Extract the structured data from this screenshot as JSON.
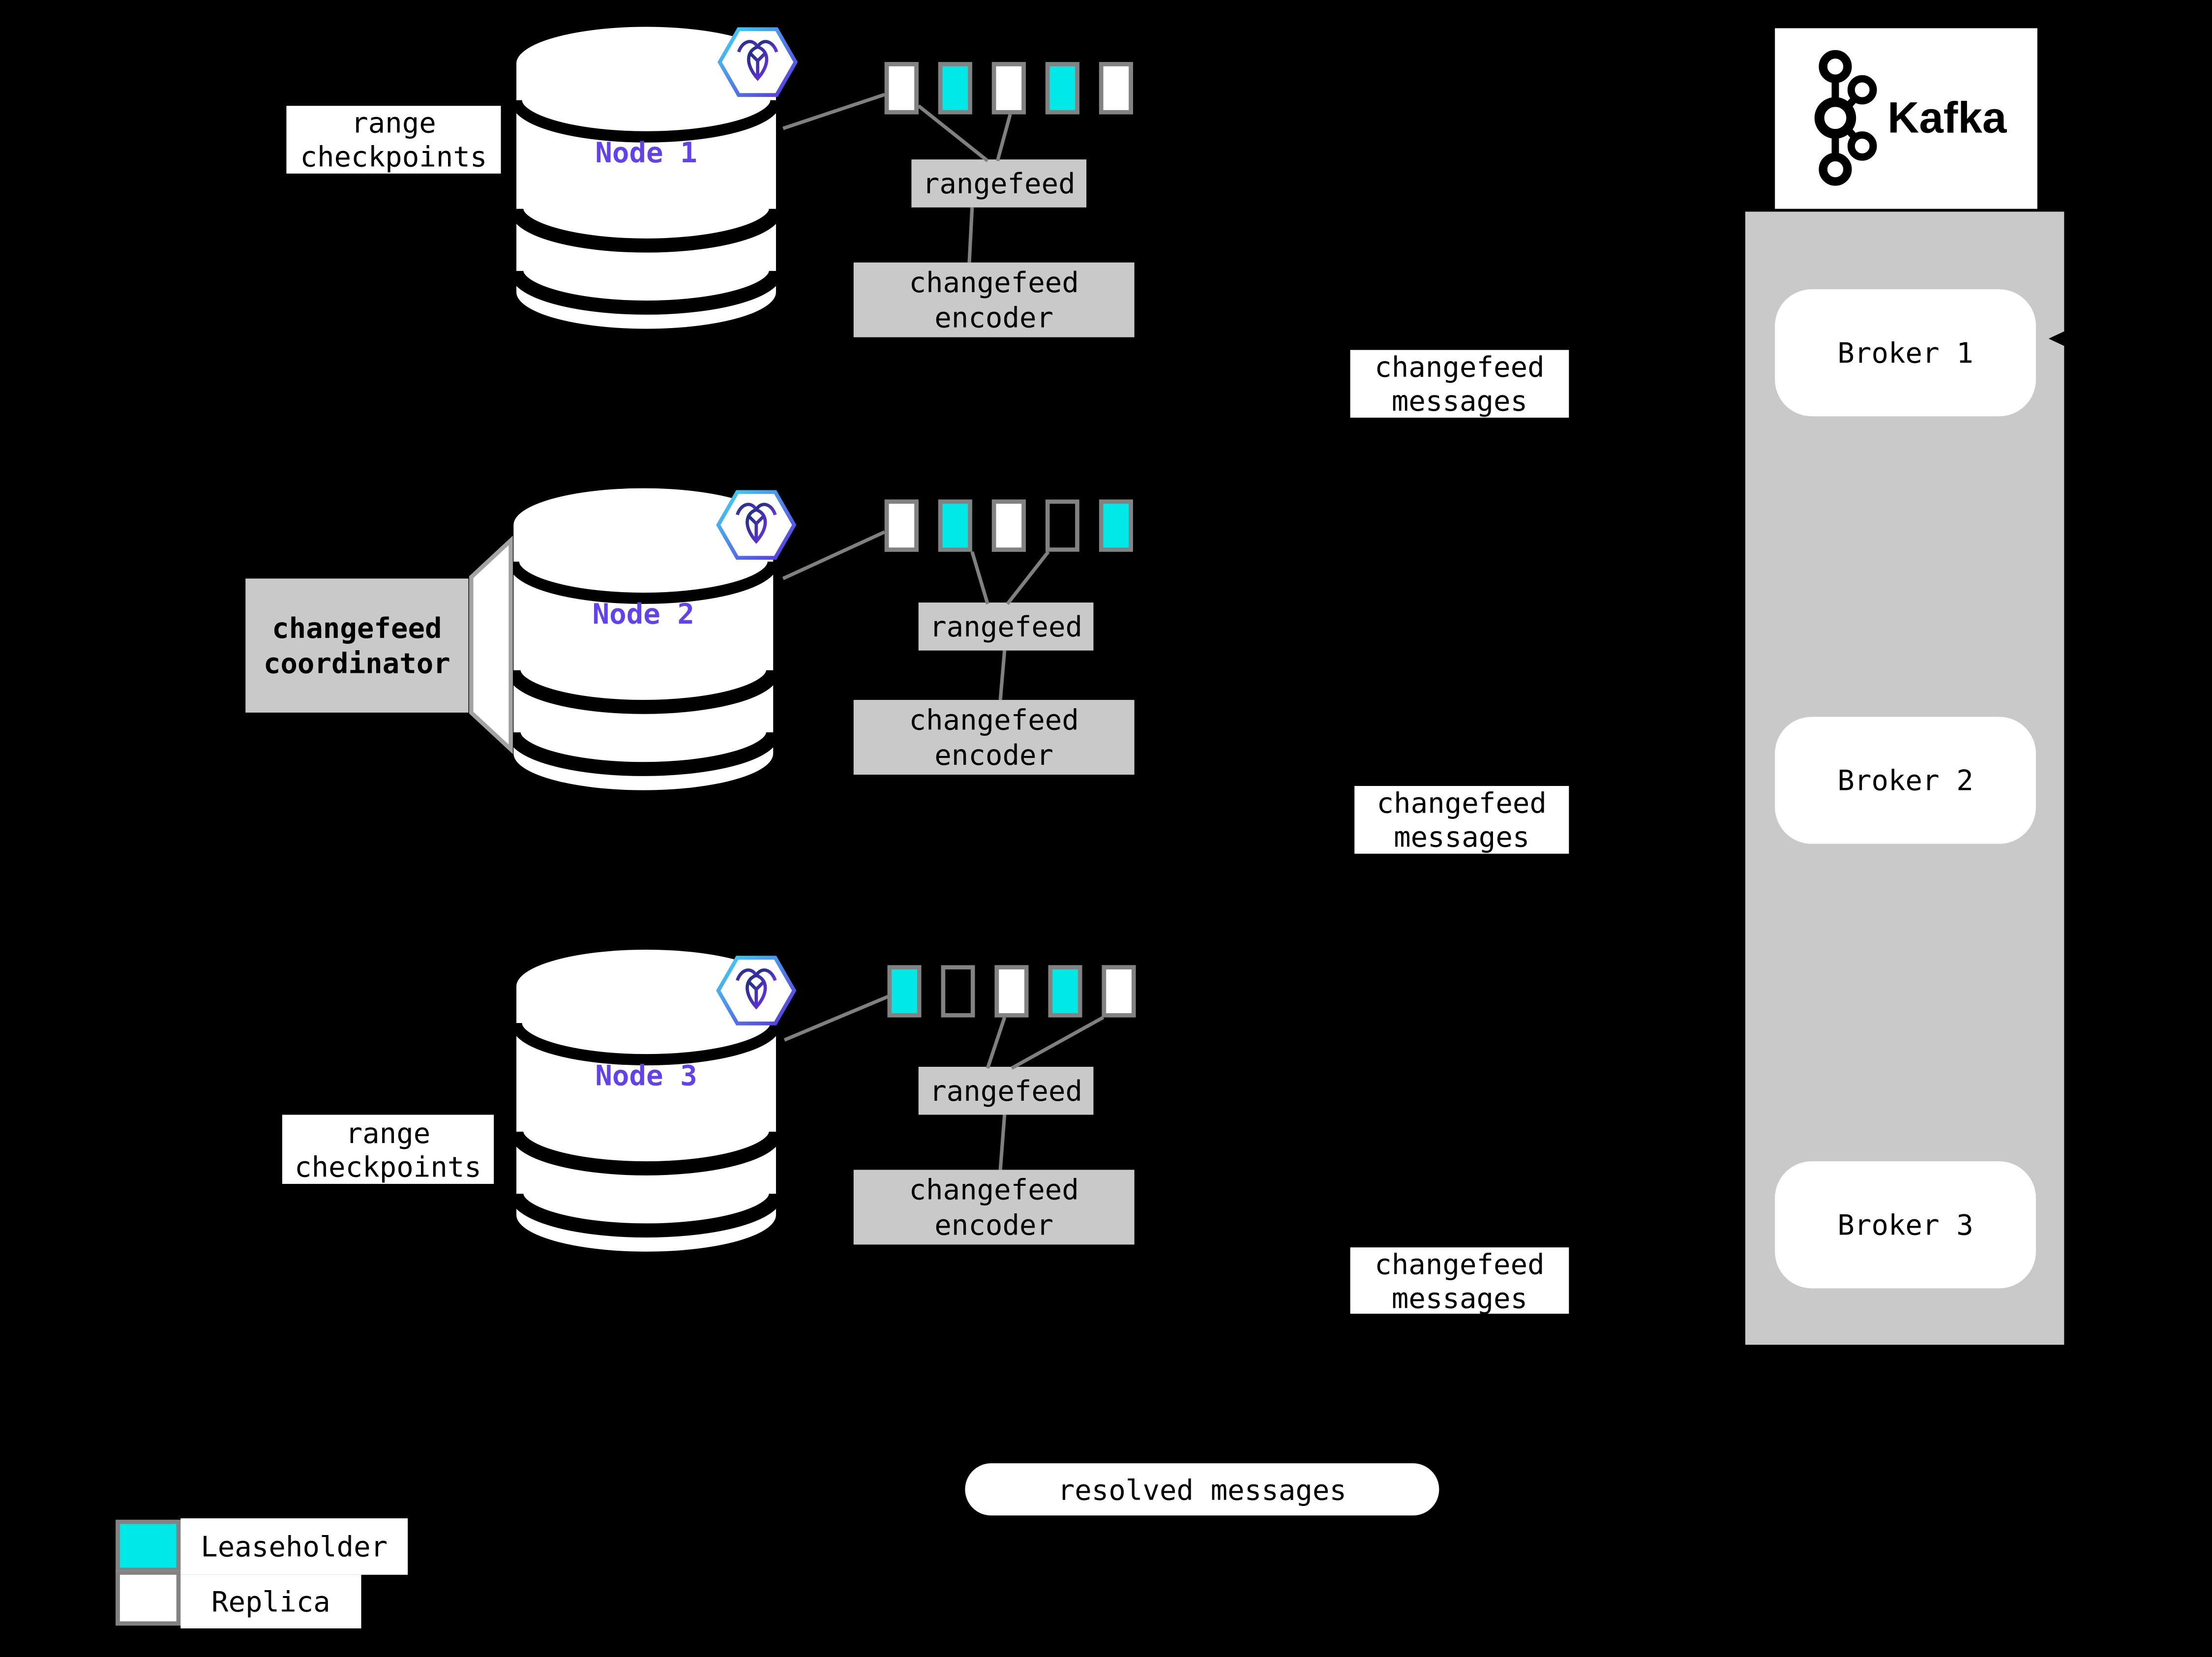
{
  "title": "CockroachDB changefeed to Kafka architecture diagram",
  "colors": {
    "bg": "#000000",
    "box-gray": "#c9c9c9",
    "cyan": "#00e9e9",
    "white": "#ffffff",
    "border-gray": "#828282",
    "line-gray": "#808080",
    "bracket-gray": "#a3a3a3",
    "node-purple": "#6142ec",
    "text-black": "#000000"
  },
  "nodes": [
    {
      "name": "Node 1",
      "side_label": {
        "line1": "range",
        "line2": "checkpoints"
      },
      "rangefeed_label": "rangefeed",
      "encoder": {
        "line1": "changefeed",
        "line2": "encoder"
      },
      "messages": {
        "line1": "changefeed",
        "line2": "messages"
      },
      "ranges": [
        "replica",
        "leaseholder",
        "replica",
        "leaseholder",
        "replica"
      ]
    },
    {
      "name": "Node 2",
      "coordinator": {
        "line1": "changefeed",
        "line2": "coordinator"
      },
      "rangefeed_label": "rangefeed",
      "encoder": {
        "line1": "changefeed",
        "line2": "encoder"
      },
      "messages": {
        "line1": "changefeed",
        "line2": "messages"
      },
      "ranges": [
        "replica",
        "leaseholder",
        "replica",
        "empty",
        "leaseholder"
      ]
    },
    {
      "name": "Node 3",
      "side_label": {
        "line1": "range",
        "line2": "checkpoints"
      },
      "rangefeed_label": "rangefeed",
      "encoder": {
        "line1": "changefeed",
        "line2": "encoder"
      },
      "messages": {
        "line1": "changefeed",
        "line2": "messages"
      },
      "ranges": [
        "leaseholder",
        "empty",
        "replica",
        "leaseholder",
        "replica"
      ]
    }
  ],
  "kafka": {
    "wordmark": "Kafka",
    "brokers": [
      {
        "label": "Broker 1"
      },
      {
        "label": "Broker 2"
      },
      {
        "label": "Broker 3"
      }
    ]
  },
  "resolved_label": "resolved messages",
  "legend": [
    {
      "type": "leaseholder",
      "label": "Leaseholder"
    },
    {
      "type": "replica",
      "label": "Replica"
    }
  ]
}
